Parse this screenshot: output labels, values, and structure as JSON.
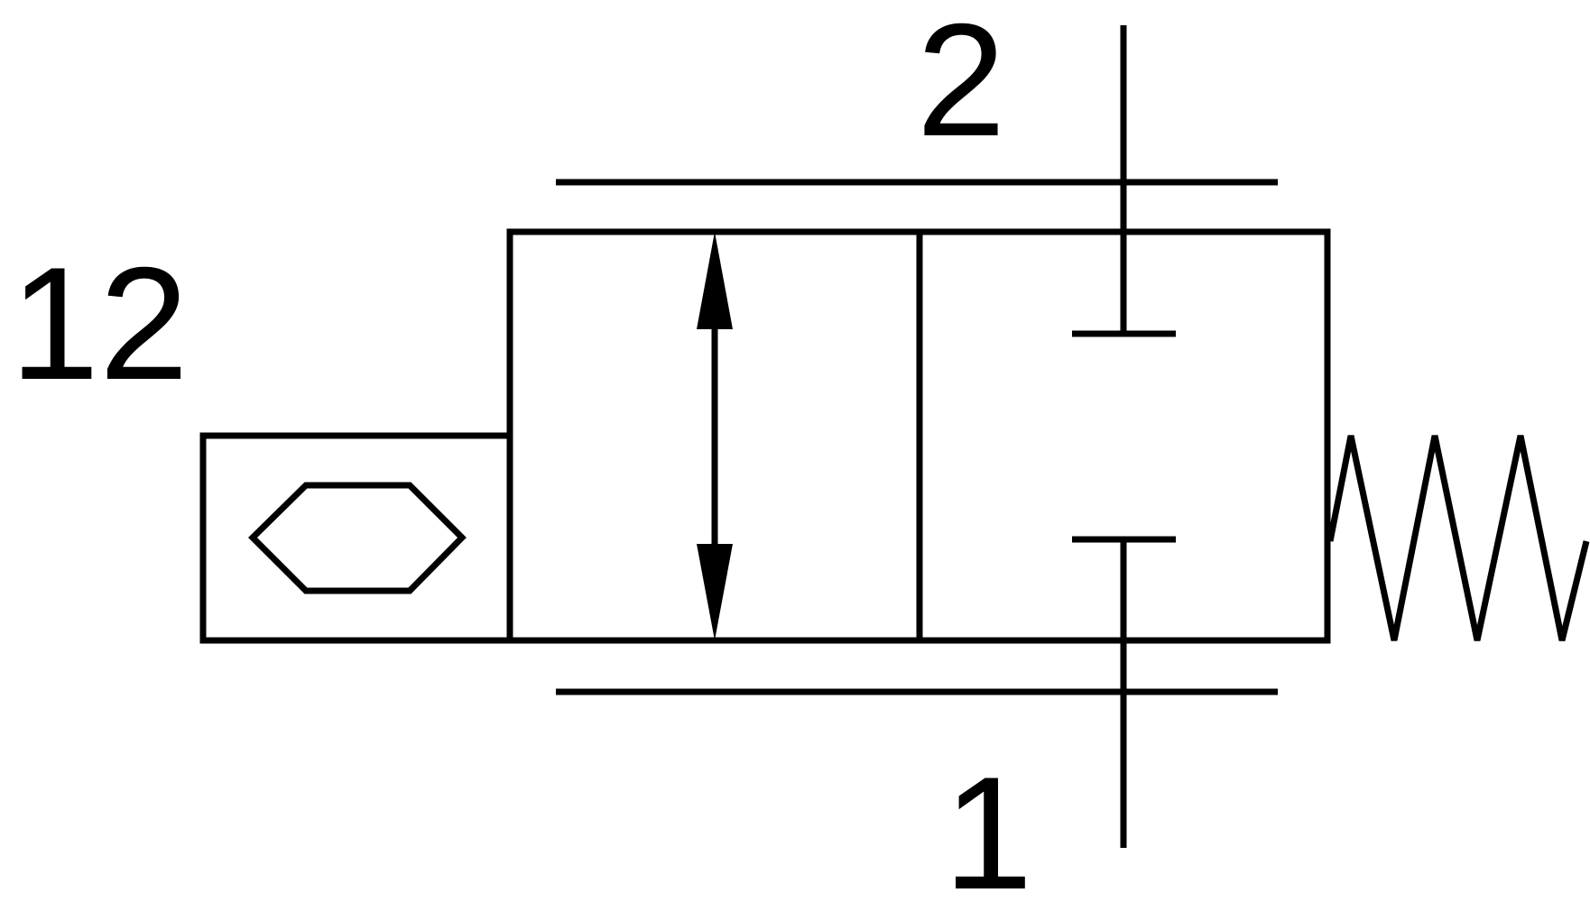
{
  "diagram": {
    "type": "2/2-way solenoid valve symbol",
    "ports": {
      "outlet": "2",
      "inlet": "1",
      "pilot": "12"
    },
    "actuation": "solenoid",
    "return": "spring",
    "colors": {
      "stroke": "#000000",
      "background": "#ffffff"
    }
  }
}
